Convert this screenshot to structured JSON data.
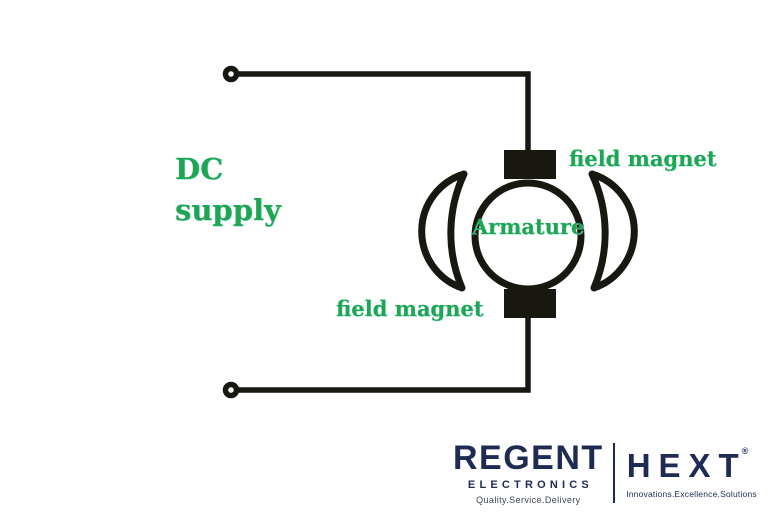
{
  "diagram": {
    "dc_supply": {
      "line1": "DC",
      "line2": "supply"
    },
    "armature_label": "Armature",
    "field_magnet_top_right_label": "field magnet",
    "field_magnet_bottom_left_label": "field magnet",
    "colors": {
      "label_green": "#1ea655",
      "line_black": "#181810",
      "background": "#ffffff"
    }
  },
  "logo": {
    "regent": {
      "name": "REGENT",
      "subtitle": "ELECTRONICS",
      "tagline": "Quality.Service.Delivery"
    },
    "hext": {
      "name": "HEXT",
      "registered_mark": "®",
      "tagline": "Innovations.Excellence.Solutions"
    },
    "color_navy": "#1e2b52"
  }
}
